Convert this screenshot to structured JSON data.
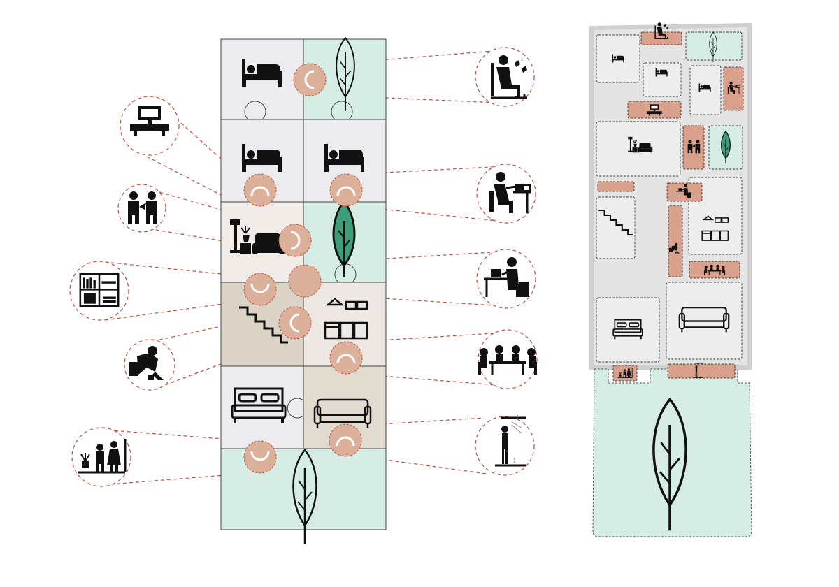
{
  "colors": {
    "bedroom": "#ECECEE",
    "garden": "#D6EDE6",
    "living": "#F2ECE8",
    "stair": "#DCD3C7",
    "kitchen": "#EDE8E3",
    "sofa_room": "#E2DBD0",
    "node_fill": "#DCB19C",
    "node_stroke": "#C0503B",
    "connector": "#C0503B",
    "activity_fill": "#D9A18B",
    "tree_green": "#3E9E7A",
    "icon": "#111111",
    "plan_wall": "#CFCFCF"
  },
  "strip_rooms": [
    {
      "id": "bedroom-1",
      "icon": "bed-icon",
      "color_key": "bedroom"
    },
    {
      "id": "garden-top",
      "icon": "tree-outline-icon",
      "color_key": "garden"
    },
    {
      "id": "bedroom-2",
      "icon": "bed-icon",
      "color_key": "bedroom"
    },
    {
      "id": "bedroom-3",
      "icon": "bed-icon",
      "color_key": "bedroom"
    },
    {
      "id": "living",
      "icon": "armchair-lamp-icon",
      "color_key": "living"
    },
    {
      "id": "garden-mid",
      "icon": "tree-green-icon",
      "color_key": "garden"
    },
    {
      "id": "stair",
      "icon": "stair-icon",
      "color_key": "stair"
    },
    {
      "id": "kitchen",
      "icon": "kitchen-icon",
      "color_key": "kitchen"
    },
    {
      "id": "master-bedroom",
      "icon": "double-bed-icon",
      "color_key": "bedroom"
    },
    {
      "id": "sofa-room",
      "icon": "sofa-icon",
      "color_key": "sofa_room"
    },
    {
      "id": "garden-bottom",
      "icon": "tree-outline-icon",
      "color_key": "garden"
    }
  ],
  "activities_left": [
    {
      "id": "tv-unit",
      "icon": "tv-unit-icon"
    },
    {
      "id": "children-play",
      "icon": "children-play-icon"
    },
    {
      "id": "bookshelf",
      "icon": "bookshelf-icon"
    },
    {
      "id": "crouching-person",
      "icon": "crouching-person-icon"
    },
    {
      "id": "gardening-family",
      "icon": "gardening-family-icon"
    }
  ],
  "activities_right": [
    {
      "id": "reading-smoking",
      "icon": "reading-person-icon"
    },
    {
      "id": "study-desk",
      "icon": "study-desk-icon"
    },
    {
      "id": "laptop-work",
      "icon": "laptop-work-icon"
    },
    {
      "id": "family-dining",
      "icon": "family-dining-icon"
    },
    {
      "id": "standing-person",
      "icon": "standing-person-icon"
    }
  ],
  "plan": {
    "icons": [
      "reading-person-icon",
      "bed-icon",
      "tv-unit-icon",
      "study-desk-icon",
      "armchair-lamp-icon",
      "children-play-icon",
      "tree-green-icon",
      "stair-icon",
      "kitchen-icon",
      "crouching-person-icon",
      "family-dining-icon",
      "double-bed-icon",
      "sofa-icon",
      "gardening-family-icon",
      "standing-person-icon",
      "tree-outline-icon"
    ]
  }
}
